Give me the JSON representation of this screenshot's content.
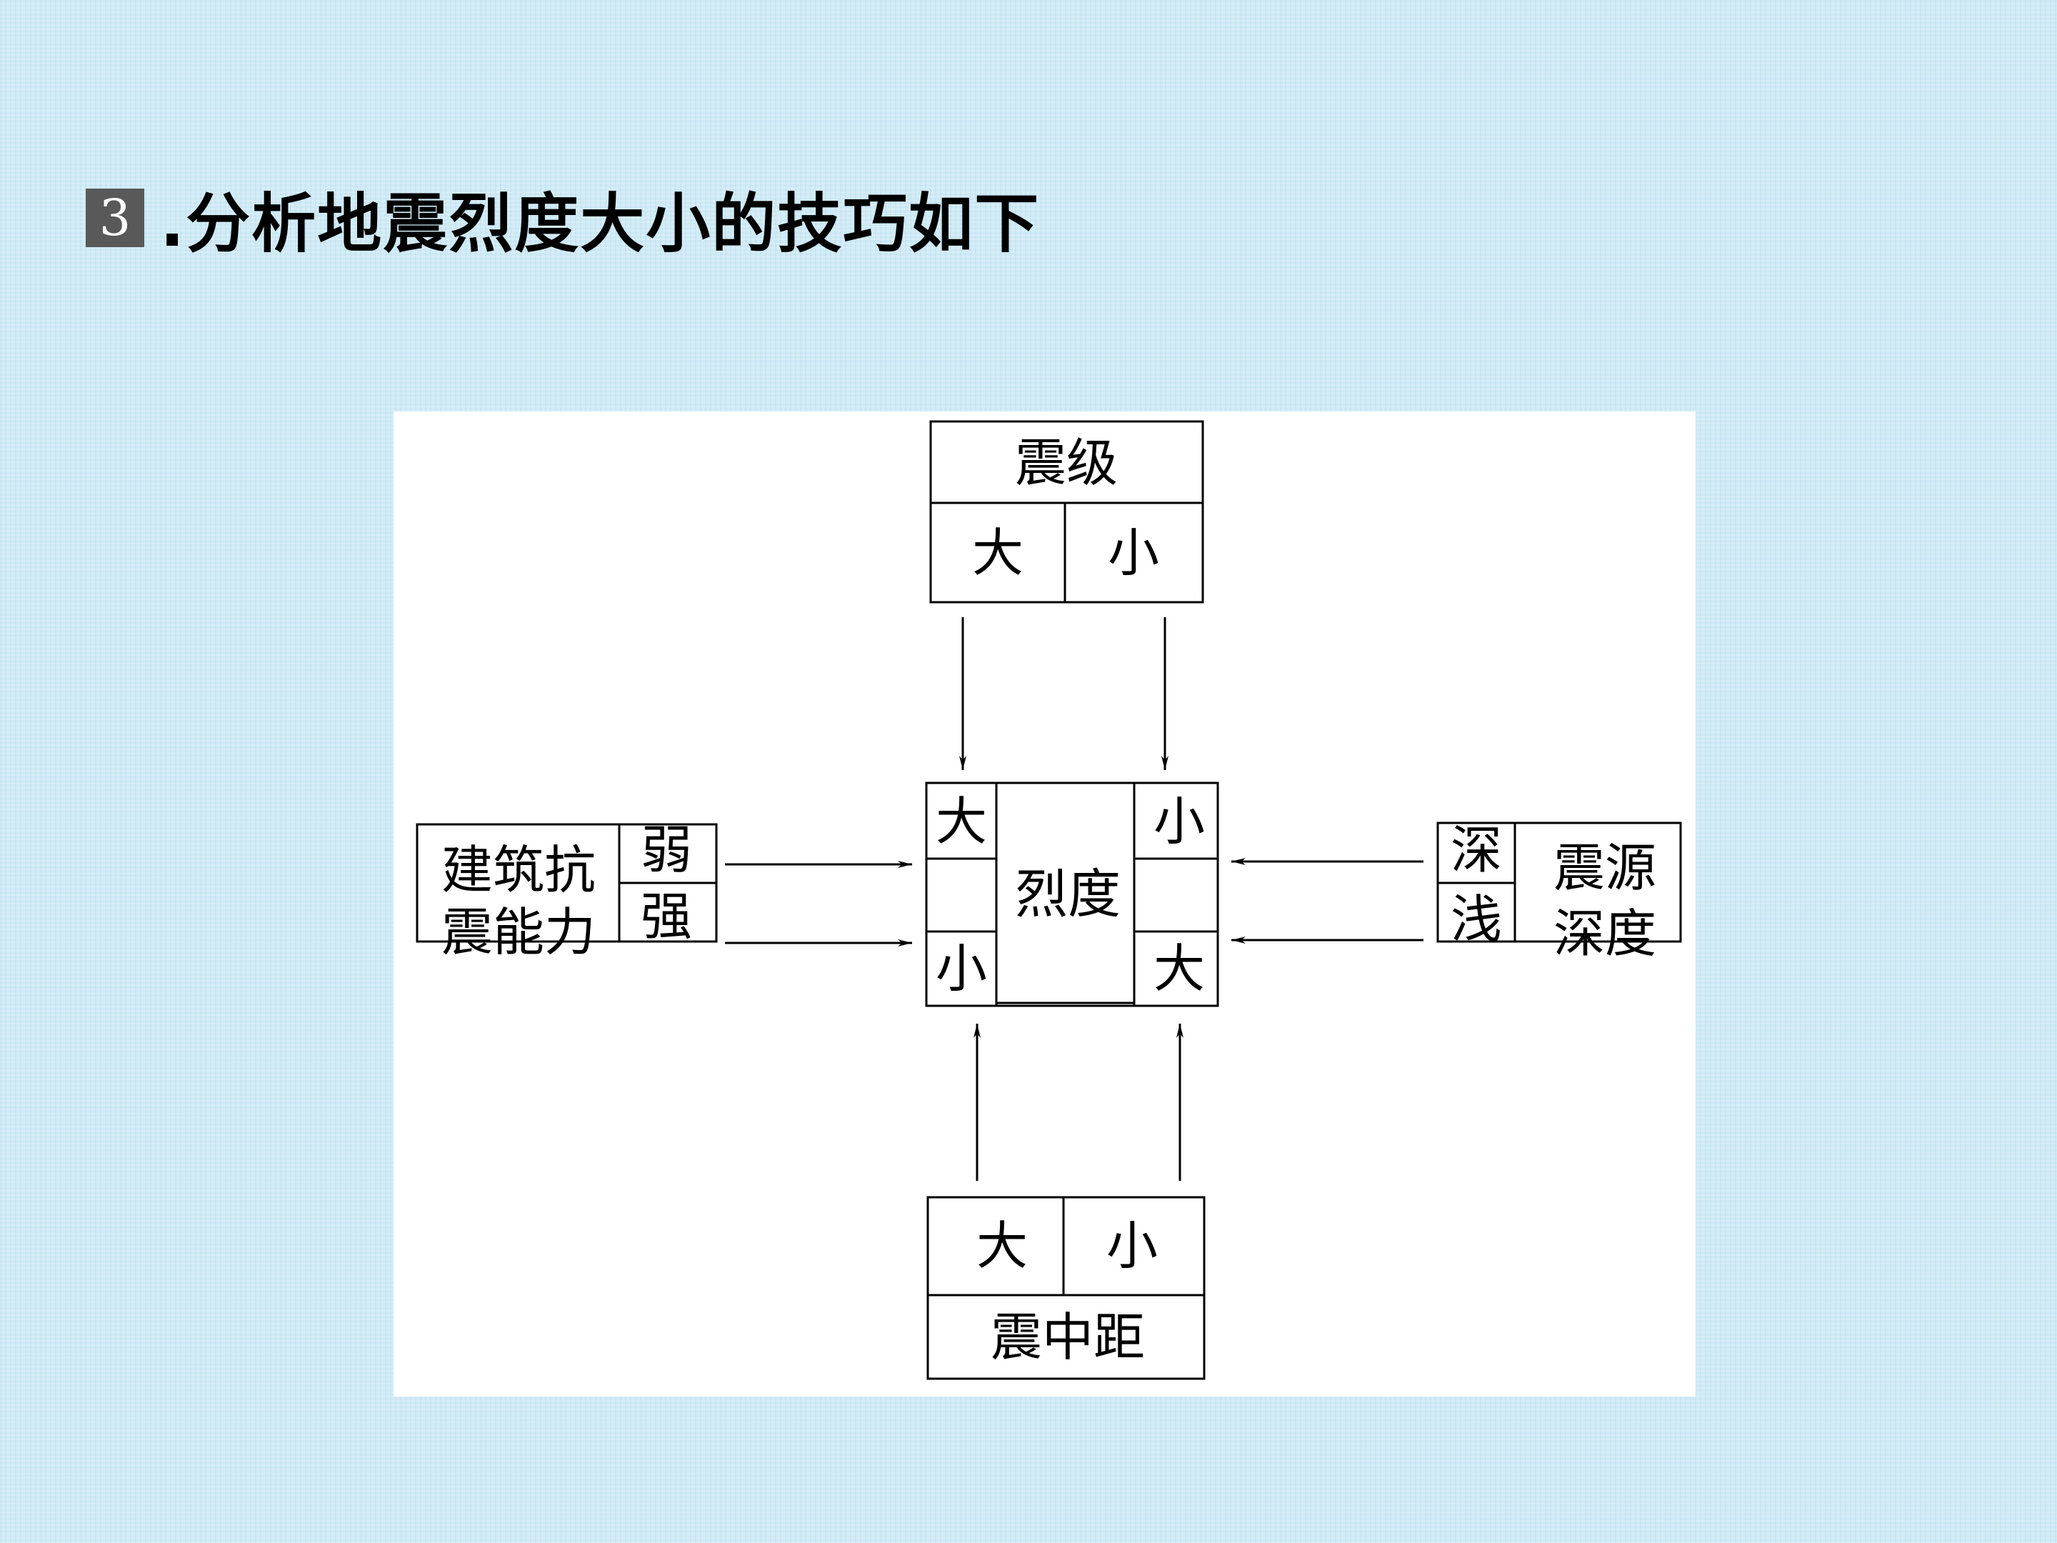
{
  "title": {
    "number": "3",
    "text": ".分析地震烈度大小的技巧如下"
  },
  "diagram": {
    "magnitude": {
      "label": "震级",
      "left": "大",
      "right": "小"
    },
    "distance": {
      "label": "震中距",
      "left": "大",
      "right": "小"
    },
    "building": {
      "label_line1": "建筑抗",
      "label_line2": "震能力",
      "top": "弱",
      "bottom": "强"
    },
    "depth": {
      "label_line1": "震源",
      "label_line2": "深度",
      "top": "深",
      "bottom": "浅"
    },
    "intensity": {
      "label": "烈度",
      "top_left": "大",
      "top_right": "小",
      "bottom_left": "小",
      "bottom_right": "大"
    }
  }
}
